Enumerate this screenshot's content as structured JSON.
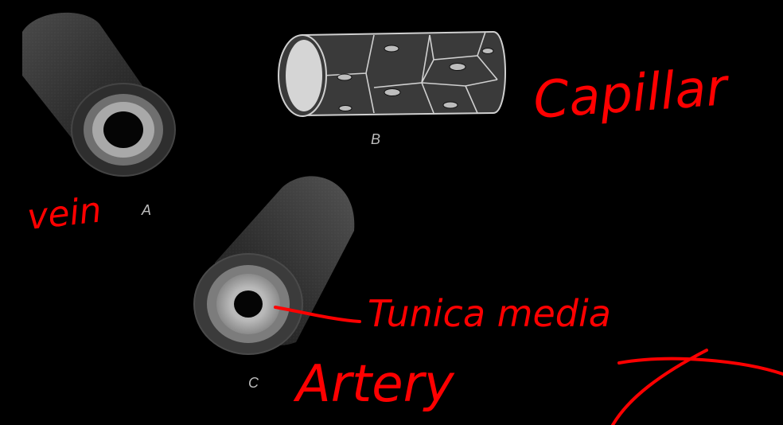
{
  "figure": {
    "panels": [
      {
        "id": "A",
        "letter": "A"
      },
      {
        "id": "B",
        "letter": "B"
      },
      {
        "id": "C",
        "letter": "C"
      }
    ]
  },
  "annotations": {
    "vein": "vein",
    "capillary": "Capillar",
    "tunica_media": "Tunica media",
    "artery": "Artery"
  },
  "colors": {
    "background": "#000000",
    "ink": "#ff0000",
    "tube_dark": "#2a2a2a",
    "tube_light": "#8a8a8a"
  }
}
